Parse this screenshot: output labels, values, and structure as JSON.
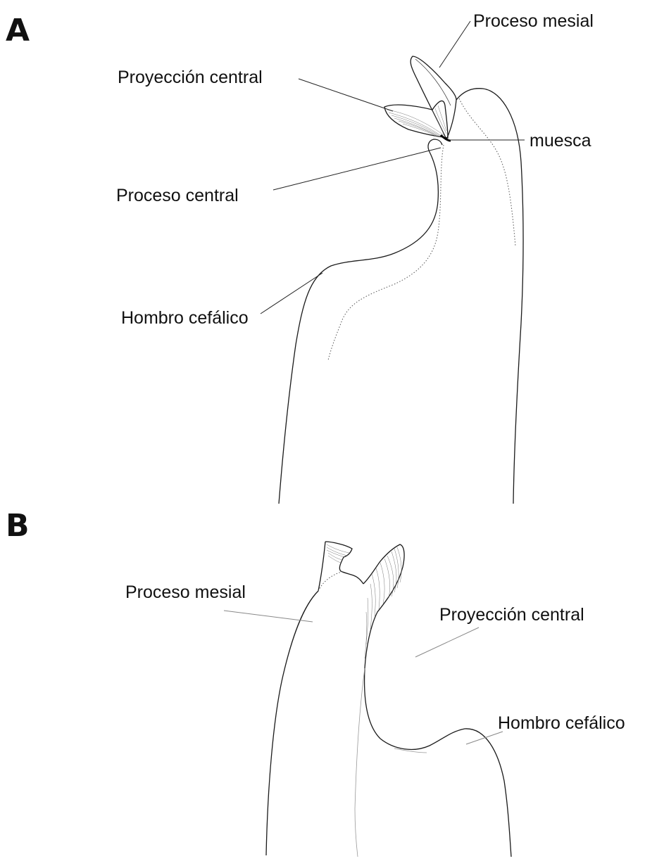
{
  "panels": {
    "a": {
      "letter": "A",
      "labels": {
        "proceso_mesial": "Proceso mesial",
        "proyeccion_central": "Proyección central",
        "muesca": "muesca",
        "proceso_central": "Proceso central",
        "hombro_cefalico": "Hombro cefálico"
      }
    },
    "b": {
      "letter": "B",
      "labels": {
        "proceso_mesial": "Proceso mesial",
        "proyeccion_central": "Proyección central",
        "hombro_cefalico": "Hombro cefálico"
      }
    }
  }
}
